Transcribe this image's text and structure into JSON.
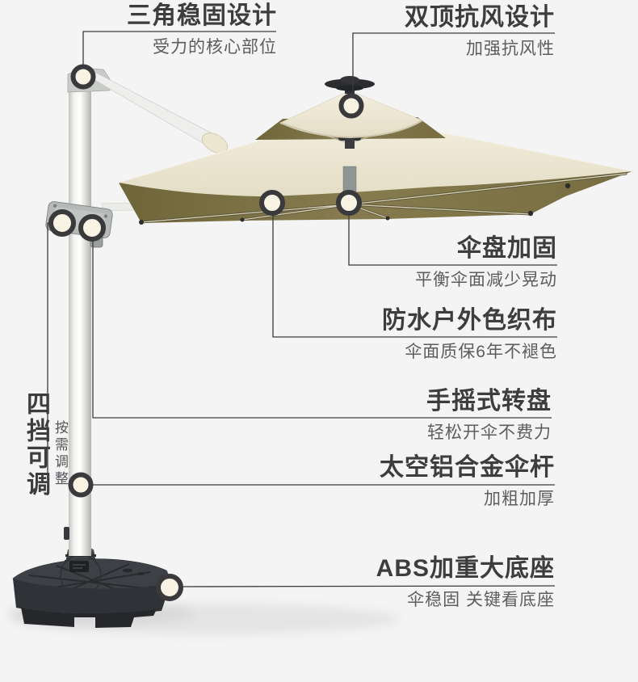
{
  "callouts": {
    "triangle": {
      "title": "三角稳固设计",
      "subtitle": "受力的核心部位"
    },
    "double_top": {
      "title": "双顶抗风设计",
      "subtitle": "加强抗风性"
    },
    "hub": {
      "title": "伞盘加固",
      "subtitle": "平衡伞面减少晃动"
    },
    "fabric": {
      "title": "防水户外色织布",
      "subtitle": "伞面质保6年不褪色"
    },
    "crank": {
      "title": "手摇式转盘",
      "subtitle": "轻松开伞不费力"
    },
    "pole": {
      "title": "太空铝合金伞杆",
      "subtitle": "加粗加厚"
    },
    "base": {
      "title": "ABS加重大底座",
      "subtitle": "伞稳固 关键看底座"
    },
    "gear": {
      "title": "四挡可调",
      "subtitle": "按需调整"
    }
  },
  "colors": {
    "background": "#f4f4f5",
    "ink": "#3d3d3f",
    "subtext": "#5d5d5f",
    "line": "#3a3a3c",
    "marker_ring": "#3a3a3c",
    "marker_fill": "#f8f3e3",
    "canopy_top": "#efe8d5",
    "canopy_top_dark": "#e5decb",
    "canopy_underside": "#7e744a",
    "canopy_underside_dark": "#6b6238",
    "pole_metal": "#ececea",
    "base_plastic": "#34373b"
  }
}
